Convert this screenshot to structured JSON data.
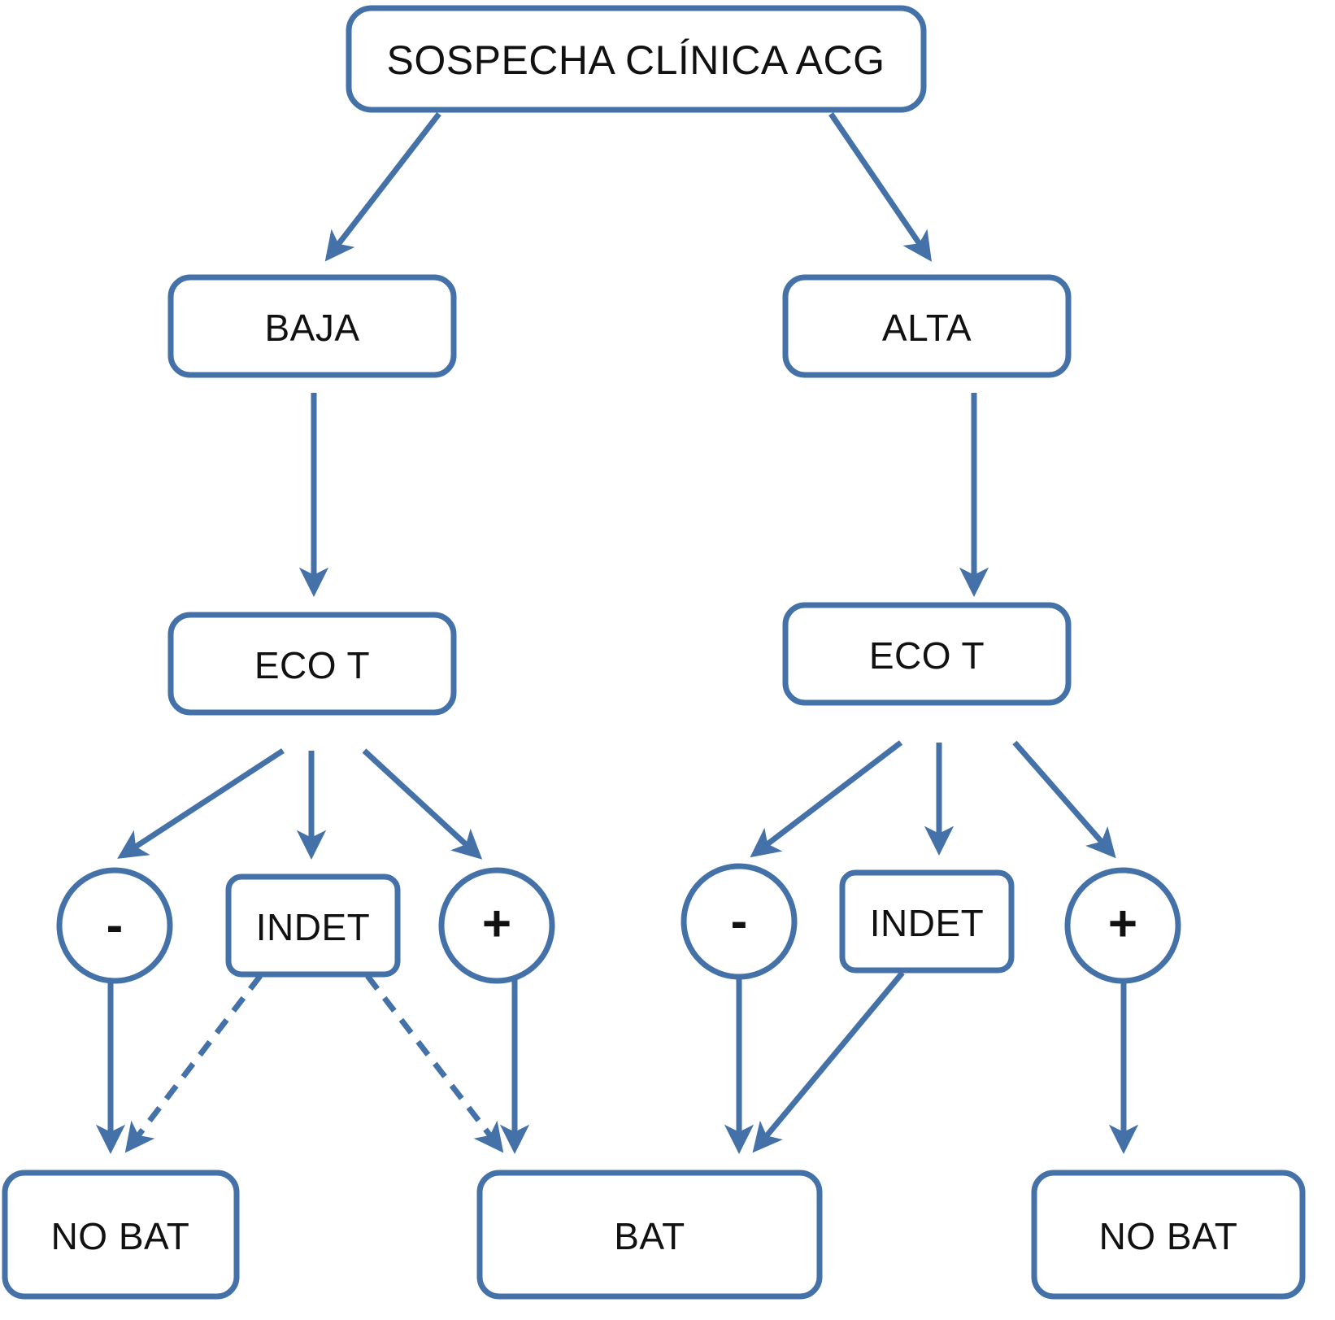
{
  "diagram": {
    "title_node": {
      "label": "SOSPECHA  CLÍNICA ACG",
      "name": "clinical-suspicion-acg"
    },
    "colors": {
      "stroke": "#4472a8",
      "fill": "#ffffff",
      "text": "#111111",
      "background": "#ffffff"
    },
    "levels": {
      "probability": [
        {
          "label": "BAJA",
          "name": "low-probability"
        },
        {
          "label": "ALTA",
          "name": "high-probability"
        }
      ],
      "test": [
        {
          "label": "ECO T",
          "name": "eco-t-left"
        },
        {
          "label": "ECO T",
          "name": "eco-t-right"
        }
      ],
      "results_left": [
        {
          "label": "-",
          "name": "result-negative-left",
          "shape": "circle"
        },
        {
          "label": "INDET",
          "name": "result-indeterminate-left",
          "shape": "box"
        },
        {
          "label": "+",
          "name": "result-positive-left",
          "shape": "circle"
        }
      ],
      "results_right": [
        {
          "label": "-",
          "name": "result-negative-right",
          "shape": "circle"
        },
        {
          "label": "INDET",
          "name": "result-indeterminate-right",
          "shape": "box"
        },
        {
          "label": "+",
          "name": "result-positive-right",
          "shape": "circle"
        }
      ],
      "outcomes": [
        {
          "label": "NO BAT",
          "name": "outcome-no-biopsy-left"
        },
        {
          "label": "BAT",
          "name": "outcome-biopsy-center"
        },
        {
          "label": "NO BAT",
          "name": "outcome-no-biopsy-right"
        }
      ]
    },
    "edges": [
      {
        "name": "edge-suspicion-to-baja",
        "style": "solid"
      },
      {
        "name": "edge-suspicion-to-alta",
        "style": "solid"
      },
      {
        "name": "edge-baja-to-ecot",
        "style": "solid"
      },
      {
        "name": "edge-alta-to-ecot",
        "style": "solid"
      },
      {
        "name": "edge-ecot-left-to-negative",
        "style": "solid"
      },
      {
        "name": "edge-ecot-left-to-indet",
        "style": "solid"
      },
      {
        "name": "edge-ecot-left-to-positive",
        "style": "solid"
      },
      {
        "name": "edge-ecot-right-to-negative",
        "style": "solid"
      },
      {
        "name": "edge-ecot-right-to-indet",
        "style": "solid"
      },
      {
        "name": "edge-ecot-right-to-positive",
        "style": "solid"
      },
      {
        "name": "edge-negative-left-to-nobat",
        "style": "solid"
      },
      {
        "name": "edge-indet-left-to-nobat",
        "style": "dashed"
      },
      {
        "name": "edge-indet-left-to-bat",
        "style": "dashed"
      },
      {
        "name": "edge-positive-left-to-bat",
        "style": "solid"
      },
      {
        "name": "edge-negative-right-to-bat",
        "style": "solid"
      },
      {
        "name": "edge-indet-right-to-bat",
        "style": "solid"
      },
      {
        "name": "edge-positive-right-to-nobat",
        "style": "solid"
      }
    ]
  }
}
